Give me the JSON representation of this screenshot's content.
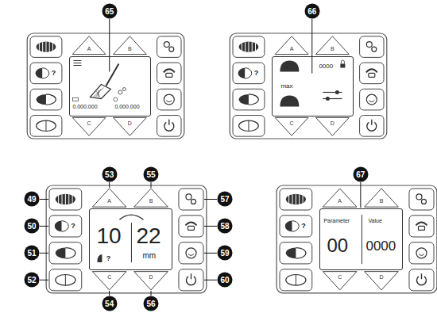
{
  "diagram": {
    "nodes": [
      {
        "text": [
          "0.000.000",
          "0.000.000"
        ]
      },
      {
        "text": [
          "max",
          "0000"
        ]
      },
      {
        "text": [
          "10",
          "22",
          "mm"
        ]
      },
      {
        "text": [
          "Parameter",
          "Value",
          "00",
          "0000"
        ]
      }
    ],
    "labels": [
      "65",
      "66",
      "49",
      "50",
      "51",
      "52",
      "53",
      "55",
      "57",
      "58",
      "59",
      "60",
      "54",
      "56",
      "67",
      "A",
      "B",
      "C",
      "D",
      "A",
      "B",
      "C",
      "D",
      "A",
      "B",
      "C",
      "D",
      "A",
      "B",
      "C",
      "D",
      "?",
      "?",
      "?",
      "?",
      "?"
    ]
  }
}
